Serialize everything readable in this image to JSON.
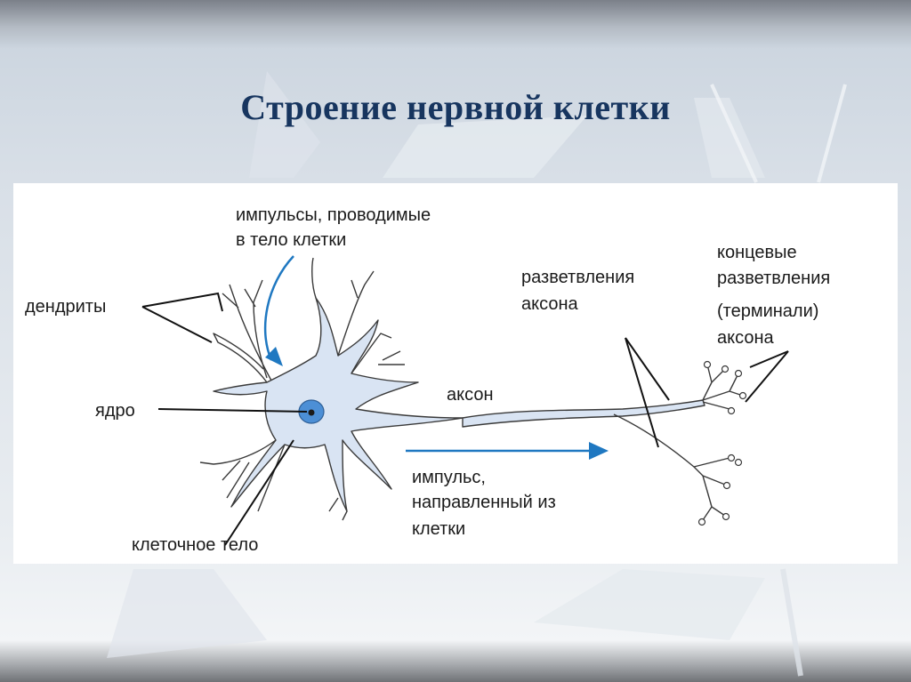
{
  "slide": {
    "title": "Строение нервной клетки",
    "colors": {
      "title": "#17355f",
      "cell_fill": "#d9e4f3",
      "nucleus": "#4c8fd6",
      "arrow": "#1f78c1"
    }
  },
  "diagram": {
    "labels": {
      "impulses_in_line1": "импульсы, проводимые",
      "impulses_in_line2": "в тело клетки",
      "dendrites": "дендриты",
      "nucleus": "ядро",
      "cell_body": "клеточное тело",
      "axon": "аксон",
      "impulse_out_line1": "импульс,",
      "impulse_out_line2": "направленный из",
      "impulse_out_line3": "клетки",
      "axon_branches_line1": "разветвления",
      "axon_branches_line2": "аксона",
      "terminals_line1": "концевые",
      "terminals_line2": "разветвления",
      "terminals_line3": "(терминали)",
      "terminals_line4": "аксона"
    }
  }
}
